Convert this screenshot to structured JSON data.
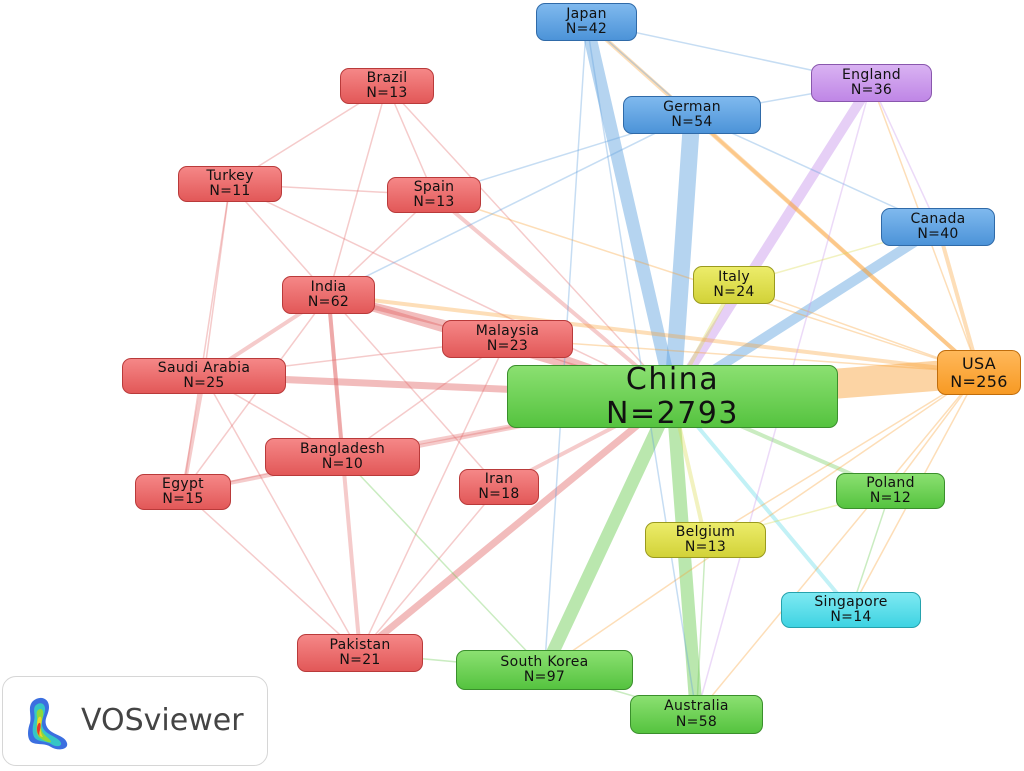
{
  "network": {
    "nodes": [
      {
        "id": "china",
        "name": "China",
        "count": "N=2793",
        "color": "green",
        "size": "big"
      },
      {
        "id": "usa",
        "name": "USA",
        "count": "N=256",
        "color": "orange",
        "size": "mid"
      },
      {
        "id": "japan",
        "name": "Japan",
        "count": "N=42",
        "color": "blue"
      },
      {
        "id": "german",
        "name": "German",
        "count": "N=54",
        "color": "blue"
      },
      {
        "id": "canada",
        "name": "Canada",
        "count": "N=40",
        "color": "blue"
      },
      {
        "id": "england",
        "name": "England",
        "count": "N=36",
        "color": "purple"
      },
      {
        "id": "brazil",
        "name": "Brazil",
        "count": "N=13",
        "color": "red"
      },
      {
        "id": "turkey",
        "name": "Turkey",
        "count": "N=11",
        "color": "red"
      },
      {
        "id": "spain",
        "name": "Spain",
        "count": "N=13",
        "color": "red"
      },
      {
        "id": "india",
        "name": "India",
        "count": "N=62",
        "color": "red"
      },
      {
        "id": "malaysia",
        "name": "Malaysia",
        "count": "N=23",
        "color": "red"
      },
      {
        "id": "saudi",
        "name": "Saudi Arabia",
        "count": "N=25",
        "color": "red"
      },
      {
        "id": "bangladesh",
        "name": "Bangladesh",
        "count": "N=10",
        "color": "red"
      },
      {
        "id": "egypt",
        "name": "Egypt",
        "count": "N=15",
        "color": "red"
      },
      {
        "id": "iran",
        "name": "Iran",
        "count": "N=18",
        "color": "red"
      },
      {
        "id": "pakistan",
        "name": "Pakistan",
        "count": "N=21",
        "color": "red"
      },
      {
        "id": "italy",
        "name": "Italy",
        "count": "N=24",
        "color": "yellow"
      },
      {
        "id": "belgium",
        "name": "Belgium",
        "count": "N=13",
        "color": "yellow"
      },
      {
        "id": "poland",
        "name": "Poland",
        "count": "N=12",
        "color": "green"
      },
      {
        "id": "singapore",
        "name": "Singapore",
        "count": "N=14",
        "color": "cyan"
      },
      {
        "id": "southkorea",
        "name": "South Korea",
        "count": "N=97",
        "color": "green"
      },
      {
        "id": "australia",
        "name": "Australia",
        "count": "N=58",
        "color": "green"
      }
    ],
    "links": [
      [
        "china",
        "usa",
        9
      ],
      [
        "china",
        "german",
        6
      ],
      [
        "china",
        "japan",
        5
      ],
      [
        "china",
        "southkorea",
        5
      ],
      [
        "china",
        "australia",
        5
      ],
      [
        "china",
        "england",
        4
      ],
      [
        "china",
        "canada",
        4
      ],
      [
        "china",
        "india",
        3
      ],
      [
        "china",
        "saudi",
        3
      ],
      [
        "china",
        "malaysia",
        3
      ],
      [
        "china",
        "pakistan",
        3
      ],
      [
        "china",
        "bangladesh",
        2
      ],
      [
        "china",
        "italy",
        2
      ],
      [
        "china",
        "belgium",
        2
      ],
      [
        "china",
        "singapore",
        2
      ],
      [
        "china",
        "poland",
        2
      ],
      [
        "china",
        "iran",
        2
      ],
      [
        "china",
        "egypt",
        2
      ],
      [
        "china",
        "spain",
        2
      ],
      [
        "china",
        "brazil",
        1
      ],
      [
        "china",
        "turkey",
        1
      ],
      [
        "usa",
        "german",
        2
      ],
      [
        "usa",
        "canada",
        2
      ],
      [
        "usa",
        "india",
        2
      ],
      [
        "usa",
        "japan",
        2
      ],
      [
        "usa",
        "england",
        1
      ],
      [
        "usa",
        "southkorea",
        1
      ],
      [
        "usa",
        "australia",
        1
      ],
      [
        "usa",
        "italy",
        1
      ],
      [
        "usa",
        "singapore",
        1
      ],
      [
        "usa",
        "poland",
        1
      ],
      [
        "usa",
        "belgium",
        1
      ],
      [
        "usa",
        "malaysia",
        1
      ],
      [
        "usa",
        "spain",
        1
      ],
      [
        "german",
        "england",
        1
      ],
      [
        "german",
        "japan",
        1
      ],
      [
        "german",
        "canada",
        1
      ],
      [
        "german",
        "spain",
        1
      ],
      [
        "german",
        "india",
        1
      ],
      [
        "japan",
        "southkorea",
        1
      ],
      [
        "japan",
        "australia",
        1
      ],
      [
        "japan",
        "england",
        1
      ],
      [
        "england",
        "canada",
        1
      ],
      [
        "england",
        "australia",
        1
      ],
      [
        "india",
        "malaysia",
        3
      ],
      [
        "india",
        "saudi",
        2
      ],
      [
        "india",
        "pakistan",
        2
      ],
      [
        "india",
        "bangladesh",
        2
      ],
      [
        "india",
        "egypt",
        1
      ],
      [
        "india",
        "turkey",
        1
      ],
      [
        "india",
        "brazil",
        1
      ],
      [
        "india",
        "spain",
        1
      ],
      [
        "india",
        "iran",
        1
      ],
      [
        "saudi",
        "egypt",
        2
      ],
      [
        "saudi",
        "pakistan",
        1
      ],
      [
        "saudi",
        "malaysia",
        1
      ],
      [
        "saudi",
        "bangladesh",
        1
      ],
      [
        "saudi",
        "turkey",
        1
      ],
      [
        "egypt",
        "bangladesh",
        1
      ],
      [
        "egypt",
        "turkey",
        1
      ],
      [
        "egypt",
        "pakistan",
        1
      ],
      [
        "bangladesh",
        "malaysia",
        1
      ],
      [
        "pakistan",
        "malaysia",
        1
      ],
      [
        "pakistan",
        "iran",
        1
      ],
      [
        "brazil",
        "spain",
        1
      ],
      [
        "brazil",
        "turkey",
        1
      ],
      [
        "spain",
        "turkey",
        1
      ],
      [
        "southkorea",
        "australia",
        1
      ],
      [
        "southkorea",
        "pakistan",
        1
      ],
      [
        "southkorea",
        "bangladesh",
        1
      ],
      [
        "australia",
        "belgium",
        1
      ],
      [
        "italy",
        "canada",
        1
      ],
      [
        "belgium",
        "poland",
        1
      ],
      [
        "poland",
        "singapore",
        1
      ]
    ]
  },
  "logo": {
    "name": "VOSviewer"
  },
  "colors": {
    "red": "#e36a6a",
    "blue": "#5c9fdd",
    "green": "#66c94c",
    "yellow": "#d9d94a",
    "purple": "#c895ea",
    "orange": "#f8a035",
    "cyan": "#4fd8e5"
  }
}
